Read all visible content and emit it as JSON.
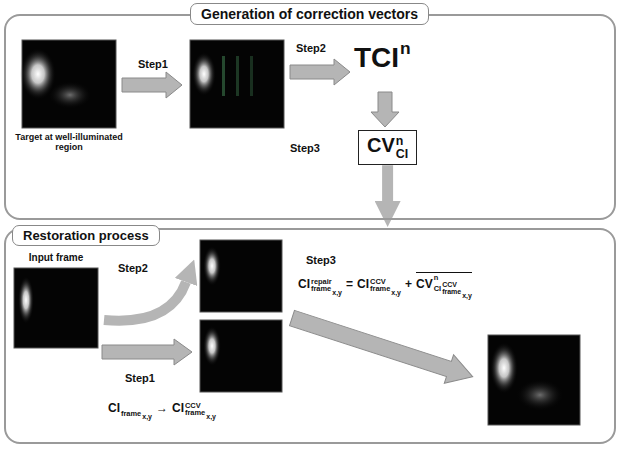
{
  "diagram": {
    "nodes": [
      {
        "text": [
          "Generation of correction vectors"
        ]
      },
      {
        "text": [
          "Target at well-illuminated region"
        ],
        "in": 0
      },
      {
        "text": [
          "CV",
          "n",
          "CI"
        ],
        "in": 0
      },
      {
        "text": [
          "Restoration process"
        ]
      },
      {
        "text": [
          "Input frame"
        ],
        "in": 3
      }
    ],
    "edges": [
      {
        "from": 2,
        "to": 3,
        "arrow": "to"
      }
    ],
    "labels": [
      "Step1",
      "Step2",
      "TCI",
      "n",
      "Step3",
      "Step2",
      "Step1",
      "CI",
      "frame",
      "x,y",
      "→",
      "CI",
      "CCV",
      "frame",
      "x,y",
      "Step3",
      "CI",
      "repair",
      "frame",
      "x,y",
      "=",
      "CI",
      "CCV",
      "frame",
      "x,y",
      "+",
      "CV",
      "n",
      "CI",
      "CCV",
      "frame",
      "x,y"
    ]
  }
}
